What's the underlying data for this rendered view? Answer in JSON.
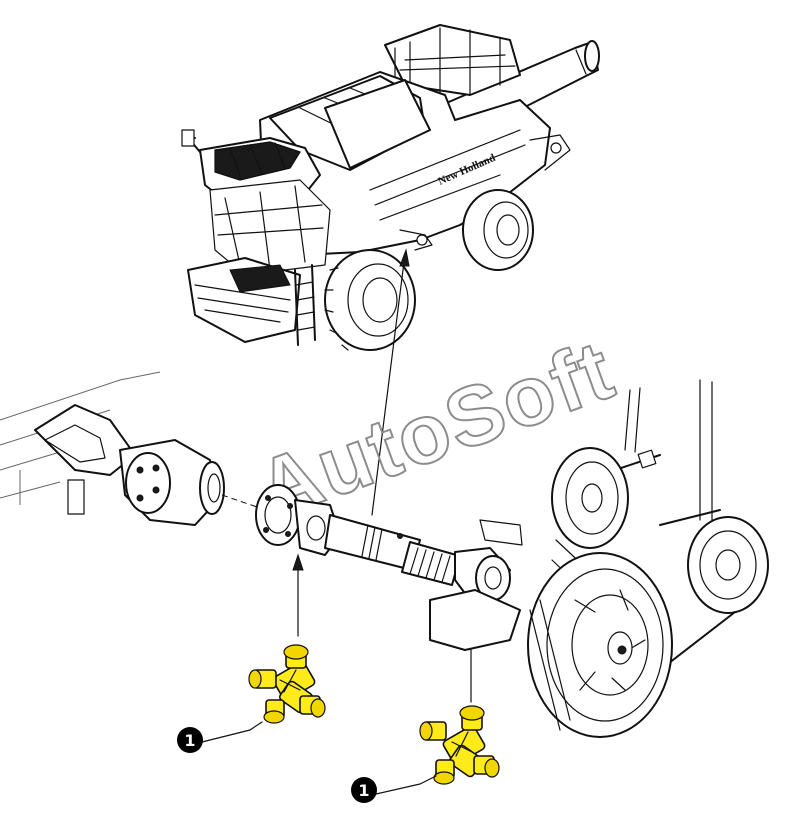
{
  "watermark": {
    "text": "AutoSoft",
    "color": "#8c8c8c"
  },
  "callouts": [
    {
      "label": "1",
      "part": "universal joint cross"
    },
    {
      "label": "1",
      "part": "universal joint cross"
    }
  ],
  "colors": {
    "highlight": "#ffeb1a",
    "line": "#111111",
    "callout_fill": "#000000",
    "callout_text": "#ffffff"
  },
  "icons": [
    "combine-harvester-illustration",
    "drive-shaft-illustration",
    "pulley-illustration",
    "universal-joint-cross-icon"
  ]
}
